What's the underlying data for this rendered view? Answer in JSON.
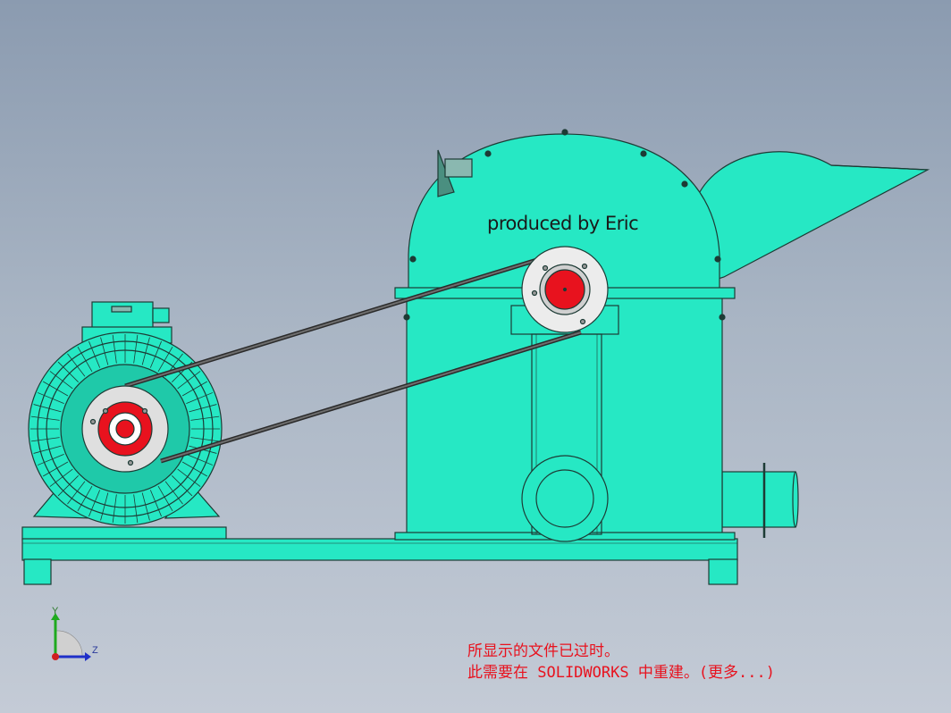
{
  "viewport": {
    "background_top": "#8b9bb0",
    "background_bottom": "#c4cbd6",
    "model_color": "#26e8c4",
    "accent_red": "#e8121e"
  },
  "model": {
    "label": "produced by Eric"
  },
  "triad": {
    "y_label": "Y",
    "z_label": "Z"
  },
  "message": {
    "line1": "所显示的文件已过时。",
    "line2": "此需要在 SOLIDWORKS 中重建。(更多...)"
  }
}
